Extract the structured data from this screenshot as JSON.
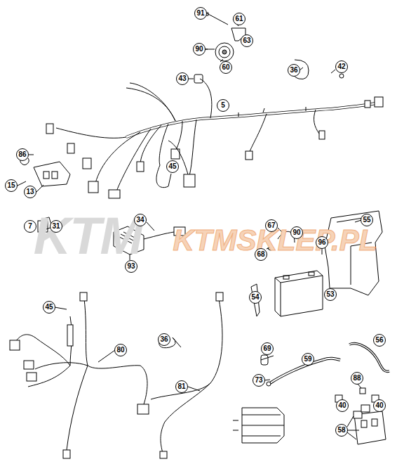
{
  "diagram": {
    "labels": [
      "KTM",
      "KTMSKLEP.PL",
      "91",
      "61",
      "63",
      "90",
      "60",
      "43",
      "36",
      "42",
      "5",
      "86",
      "15",
      "13",
      "45",
      "7",
      "31",
      "34",
      "93",
      "96",
      "67",
      "90",
      "55",
      "68",
      "53",
      "54",
      "45",
      "80",
      "36",
      "81",
      "69",
      "59",
      "56",
      "73",
      "88",
      "40",
      "40",
      "58"
    ]
  }
}
